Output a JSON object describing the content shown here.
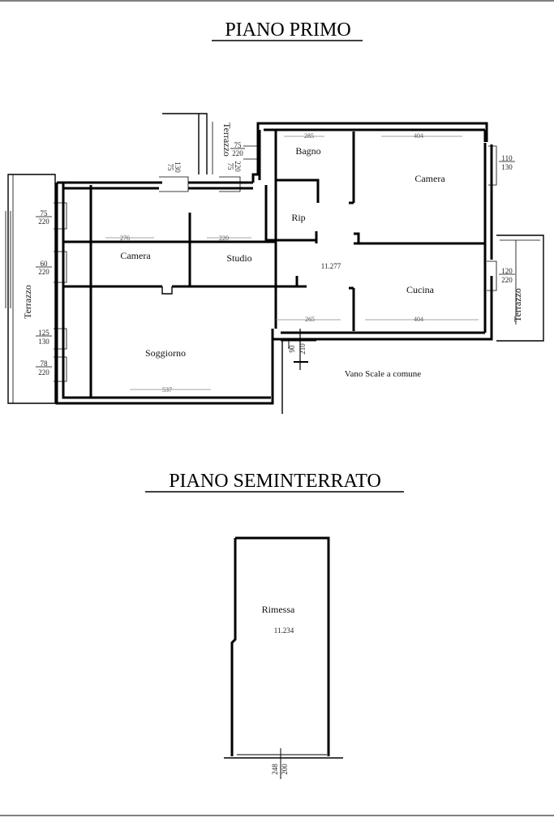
{
  "titles": {
    "first_floor": "PIANO PRIMO",
    "basement": "PIANO SEMINTERRATO"
  },
  "rooms": {
    "bagno": "Bagno",
    "camera_right": "Camera",
    "rip": "Rip",
    "camera_left": "Camera",
    "studio": "Studio",
    "code_first": "11.277",
    "cucina": "Cucina",
    "soggiorno": "Soggiorno",
    "stairs": "Vano Scale a comune",
    "rimessa": "Rimessa",
    "code_basement": "11.234"
  },
  "terraces": {
    "top": "Terrazzo",
    "left": "Terrazzo",
    "right": "Terrazzo"
  },
  "openings": {
    "top_door_a": "75",
    "top_door_b": "220",
    "top_win_a": "75",
    "top_win_b": "220",
    "top_small_a": "75",
    "top_small_b": "130",
    "left1_a": "75",
    "left1_b": "220",
    "left2_a": "60",
    "left2_b": "220",
    "left3_a": "125",
    "left3_b": "130",
    "left4_a": "78",
    "left4_b": "220",
    "right1_a": "110",
    "right1_b": "130",
    "right2_a": "120",
    "right2_b": "220",
    "entry_a": "90",
    "entry_b": "210",
    "base_a": "248",
    "base_b": "200"
  },
  "inner_dims": {
    "d1": "276",
    "d2": "220",
    "d3": "285",
    "d4": "404",
    "d5": "404",
    "d6": "265",
    "d7": "537"
  }
}
